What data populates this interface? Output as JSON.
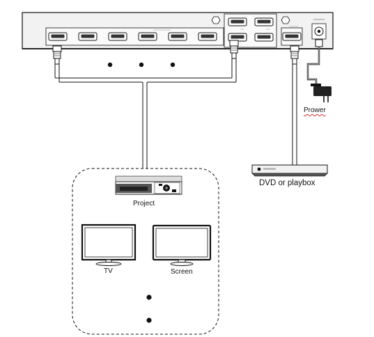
{
  "labels": {
    "power": "Prower",
    "dvd": "DVD or playbox",
    "projector": "Project",
    "tv": "TV",
    "screen": "Screen"
  },
  "icons": {
    "switcher": "hdmi-matrix-switcher-icon",
    "power_adapter": "power-adapter-icon",
    "dvd_player": "dvd-player-icon",
    "projector": "projector-icon",
    "tv": "tv-icon",
    "screen": "monitor-icon"
  },
  "colors": {
    "line": "#111111",
    "cable_fill": "#ffffff",
    "device_body": "#f2f2f2",
    "spellcheck_underline": "#d03030"
  }
}
